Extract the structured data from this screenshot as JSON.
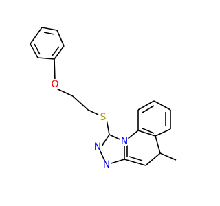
{
  "molecule": {
    "description_text": "",
    "colors": {
      "bond": "#000000",
      "oxygen": "#ff0000",
      "sulfur": "#b8a000",
      "nitrogen": "#0000ff"
    },
    "labels": {
      "oxygen": "O",
      "sulfur": "S",
      "n_ring_fusion": "N",
      "n_triazole_left": "N",
      "n_triazole_bottom": "N"
    }
  }
}
